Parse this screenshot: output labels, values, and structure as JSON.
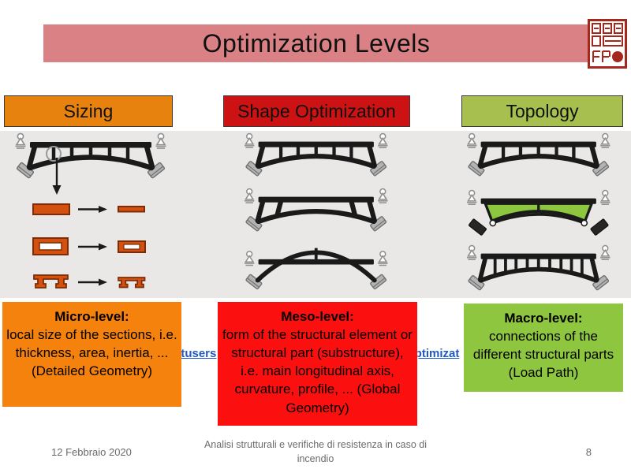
{
  "slide": {
    "title": "Optimization Levels",
    "footer": {
      "date": "12 Febbraio 2020",
      "center": "Analisi strutturali e verifiche di resistenza in caso di incendio",
      "page_number": "8"
    }
  },
  "columns": [
    {
      "id": "sizing",
      "header": "Sizing",
      "header_color": "#E8820E",
      "box": {
        "title": "Micro-level:",
        "body": "local size of the sections, i.e. thickness, area, inertia, ... (Detailed Geometry)",
        "color": "#F5820C"
      }
    },
    {
      "id": "shape-optimization",
      "header": "Shape Optimization",
      "header_color": "#CC1212",
      "box": {
        "title": "Meso-level:",
        "body": "form of the structural element or structural part (substructure), i.e. main longitudinal axis, curvature, profile, ... (Global Geometry)",
        "color": "#FB0F0F"
      }
    },
    {
      "id": "topology",
      "header": "Topology",
      "header_color": "#A6BF4E",
      "box": {
        "title": "Macro-level:",
        "body": "connections of the different structural parts (Load Path)",
        "color": "#8EC63F"
      }
    }
  ],
  "link_fragments": {
    "left": "atusers",
    "right": "Optimizat"
  },
  "icons": {
    "seal": "red-chinese-stamp-icon",
    "bridge_truss": "arch-truss-bridge-icon",
    "bridge_clean_arch": "arch-bridge-two-struts-icon",
    "bridge_high_arch": "raised-arch-bridge-icon",
    "bridge_green_web": "solid-web-bridge-green-icon",
    "bridge_multi_strut": "multi-strut-arch-bridge-icon",
    "section_solid": "solid-rect-section-icon",
    "section_hollow": "hollow-rect-section-icon",
    "section_double_t": "double-t-section-icon",
    "arrow_down": "down-arrow-icon",
    "arrow_right": "right-arrow-icon"
  },
  "colors": {
    "banner": "#D98184",
    "panel_gray": "#E9E8E7",
    "section_fill": "#D4500F",
    "link_blue": "#2158C4",
    "footer_gray": "#6B6B6B",
    "seal_red": "#A5281C"
  }
}
